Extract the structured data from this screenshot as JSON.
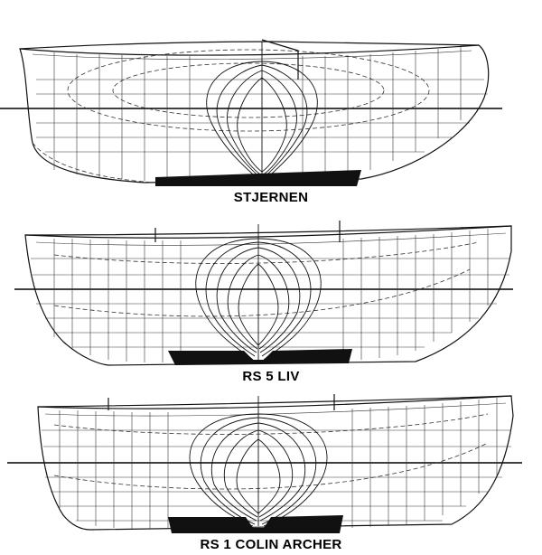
{
  "drawings": [
    {
      "caption": "STJERNEN"
    },
    {
      "caption": "RS 5 LIV"
    },
    {
      "caption": "RS 1 COLIN ARCHER"
    }
  ]
}
